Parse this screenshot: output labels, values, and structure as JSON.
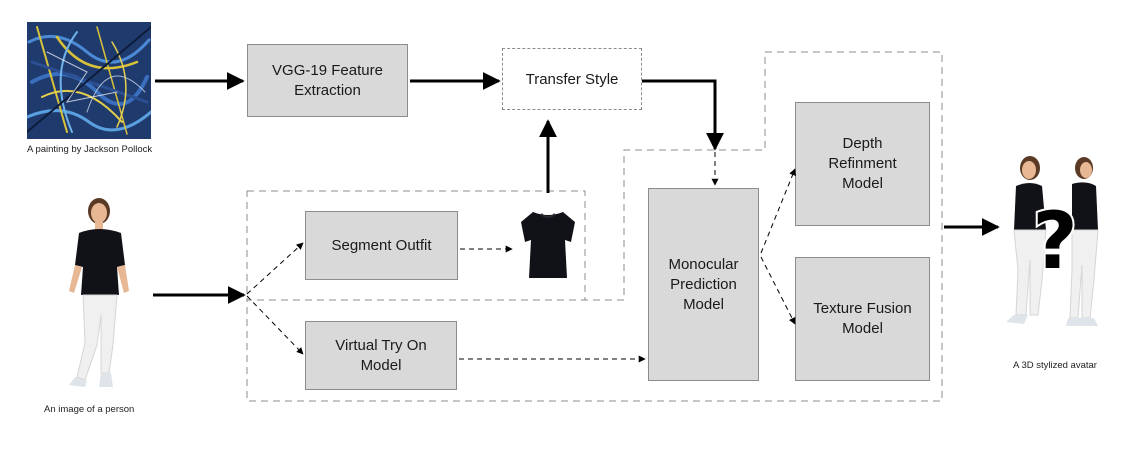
{
  "diagram": {
    "inputs": {
      "painting_caption": "A painting by Jackson Pollock",
      "person_caption": "An image of a person"
    },
    "output": {
      "avatar_caption": "A 3D stylized avatar",
      "question_mark": "?"
    },
    "nodes": {
      "vgg": "VGG-19 Feature\nExtraction",
      "transfer": "Transfer Style",
      "segment": "Segment Outfit",
      "tryon": "Virtual Try On\nModel",
      "monocular": "Monocular\nPrediction\nModel",
      "depth": "Depth\nRefinment\nModel",
      "texture": "Texture Fusion\nModel"
    },
    "colors": {
      "box_fill": "#d9d9d9",
      "box_border": "#8c8c8c",
      "painting_bg": "#1f3b6e",
      "painting_accent": "#d8c23a",
      "garment": "#111118",
      "trousers": "#f0f0f0"
    }
  }
}
